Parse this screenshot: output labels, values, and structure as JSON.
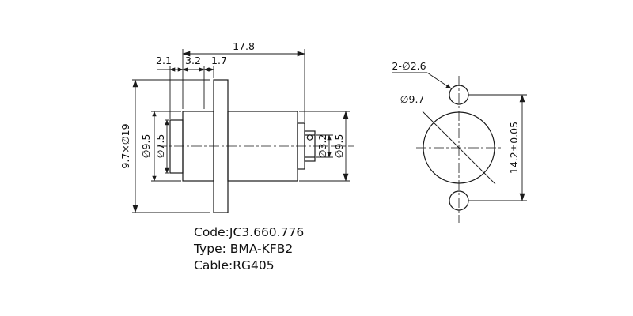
{
  "drawing": {
    "colors": {
      "line": "#1a1a1a",
      "text": "#111111",
      "background": "#ffffff"
    },
    "side_view": {
      "dim_total_length": "17.8",
      "dim_seg_1": "2.1",
      "dim_seg_2": "3.2",
      "dim_seg_3": "1.7",
      "dim_flange": "9.7×∅19",
      "dim_body_left": "∅9.5",
      "dim_step_left": "∅7.5",
      "dim_contact": "∅3.2",
      "dim_body_right": "∅9.5"
    },
    "front_view": {
      "dim_mounting_holes": "2-∅2.6",
      "dim_body_diameter": "∅9.7",
      "dim_hole_spacing": "14.2±0.05"
    },
    "title_block": {
      "code": "Code:JC3.660.776",
      "type": "Type: BMA-KFB2",
      "cable": "Cable:RG405"
    }
  }
}
